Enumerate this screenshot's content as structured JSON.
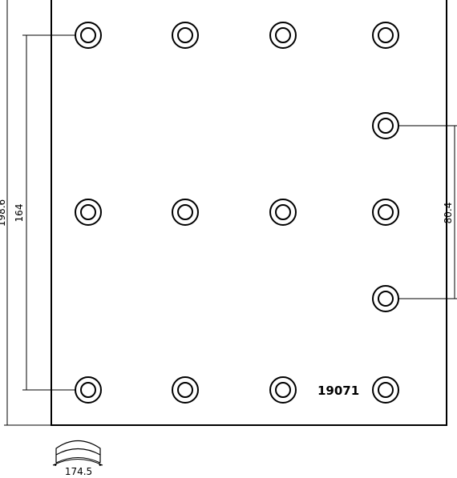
{
  "drawing": {
    "part_number": "19071",
    "dimensions": {
      "overall_height": "198.6",
      "hole_span_height": "164",
      "right_hole_spacing": "80.4",
      "arc_width": "174.5"
    },
    "holes": {
      "columns": 4,
      "rows_main": 3,
      "extra_right_column_holes": 2
    }
  }
}
